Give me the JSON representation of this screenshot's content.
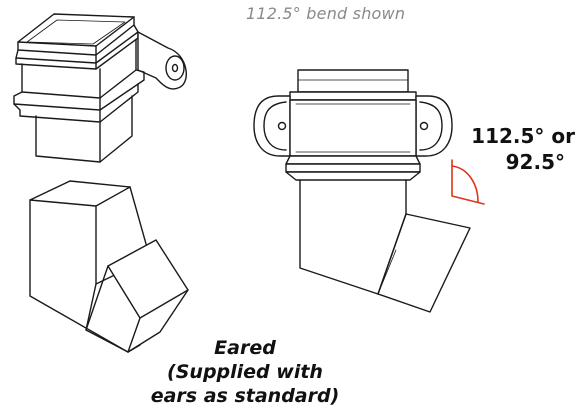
{
  "caption": "112.5° bend shown",
  "angle_label": {
    "line1": "112.5° or",
    "line2": "92.5°"
  },
  "eared_label": {
    "line1": "Eared",
    "line2": "(Supplied with",
    "line3": "ears as standard)"
  },
  "colors": {
    "outline": "#1a1a1a",
    "angle_marker": "#e2331b",
    "caption_text": "#8a8a8a"
  }
}
